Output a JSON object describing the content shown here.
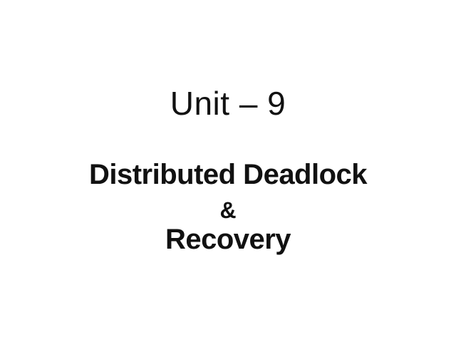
{
  "slide": {
    "background_color": "#ffffff",
    "text_color": "#111111",
    "unit_title": "Unit – 9",
    "subtitle_line1": "Distributed Deadlock",
    "subtitle_line2": "&",
    "subtitle_line3": "Recovery"
  }
}
